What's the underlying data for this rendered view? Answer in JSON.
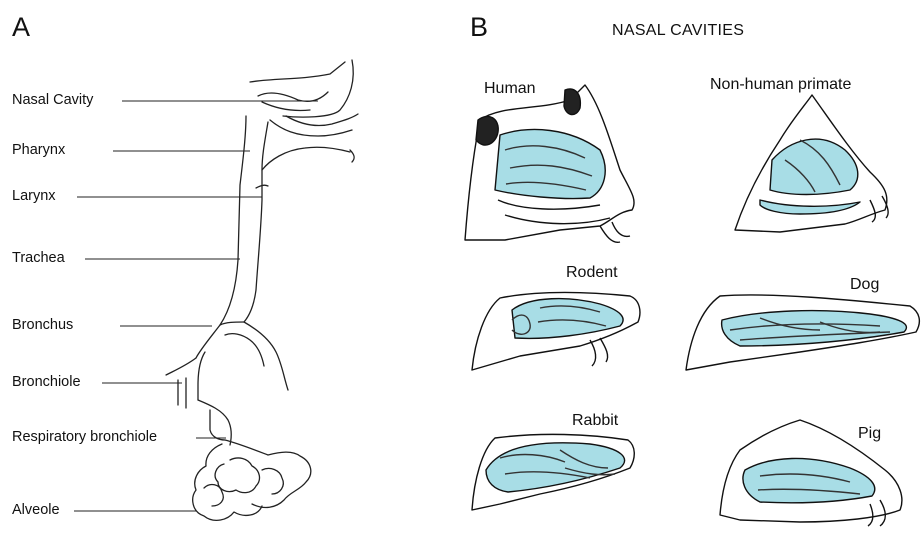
{
  "panel_a": {
    "letter": "A",
    "labels": {
      "nasal_cavity": "Nasal Cavity",
      "pharynx": "Pharynx",
      "larynx": "Larynx",
      "trachea": "Trachea",
      "bronchus": "Bronchus",
      "bronchiole": "Bronchiole",
      "respiratory_bronchiole": "Respiratory bronchiole",
      "alveole": "Alveole"
    }
  },
  "panel_b": {
    "letter": "B",
    "title": "NASAL CAVITIES",
    "animals": {
      "human": "Human",
      "nonhuman_primate": "Non-human primate",
      "rodent": "Rodent",
      "dog": "Dog",
      "rabbit": "Rabbit",
      "pig": "Pig"
    }
  },
  "colors": {
    "cavity_fill": "#a8dde6",
    "line": "#222222"
  }
}
